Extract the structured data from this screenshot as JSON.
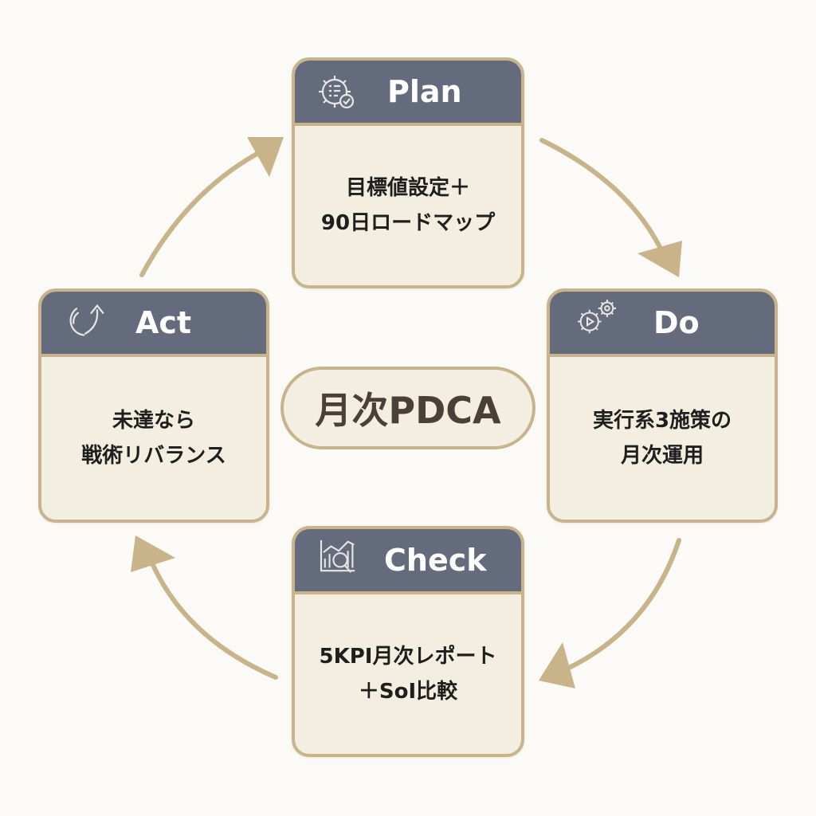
{
  "center_label": "月次PDCA",
  "colors": {
    "accent": "#c9b489",
    "header": "#646b7c",
    "card_bg": "#f3eedf",
    "text": "#1e1e1e"
  },
  "cards": {
    "plan": {
      "title": "Plan",
      "icon": "gear-checklist-icon",
      "lines": [
        "目標値設定＋",
        "90日ロードマップ"
      ]
    },
    "do": {
      "title": "Do",
      "icon": "gears-play-icon",
      "lines": [
        "実行系3施策の",
        "月次運用"
      ]
    },
    "check": {
      "title": "Check",
      "icon": "chart-magnifier-icon",
      "lines": [
        "5KPI月次レポート",
        "＋SoI比較"
      ]
    },
    "act": {
      "title": "Act",
      "icon": "cycle-arrow-icon",
      "lines": [
        "未達なら",
        "戦術リバランス"
      ]
    }
  }
}
